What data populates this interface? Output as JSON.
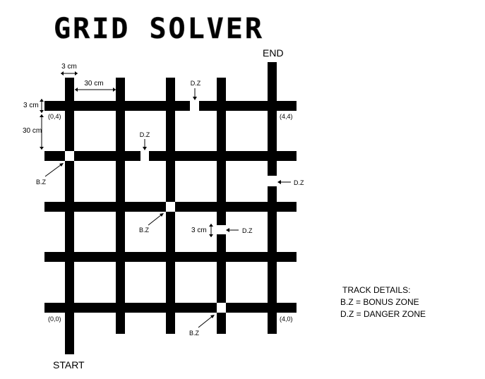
{
  "title": "GRID SOLVER",
  "labels": {
    "end": "END",
    "start": "START",
    "coord_top_left": "(0,4)",
    "coord_top_right": "(4,4)",
    "coord_bottom_left": "(0,0)",
    "coord_bottom_right": "(4,0)",
    "dim_line_width": "3 cm",
    "dim_spacing_h": "30 cm",
    "dim_line_height": "3 cm",
    "dim_spacing_v": "30 cm",
    "dim_gap": "3 cm",
    "dz": "D.Z",
    "bz": "B.Z"
  },
  "track_details": {
    "heading": "TRACK DETAILS:",
    "bz_def": "B.Z = BONUS ZONE",
    "dz_def": "D.Z = DANGER ZONE"
  },
  "colors": {
    "track": "#000000",
    "background": "#ffffff"
  }
}
